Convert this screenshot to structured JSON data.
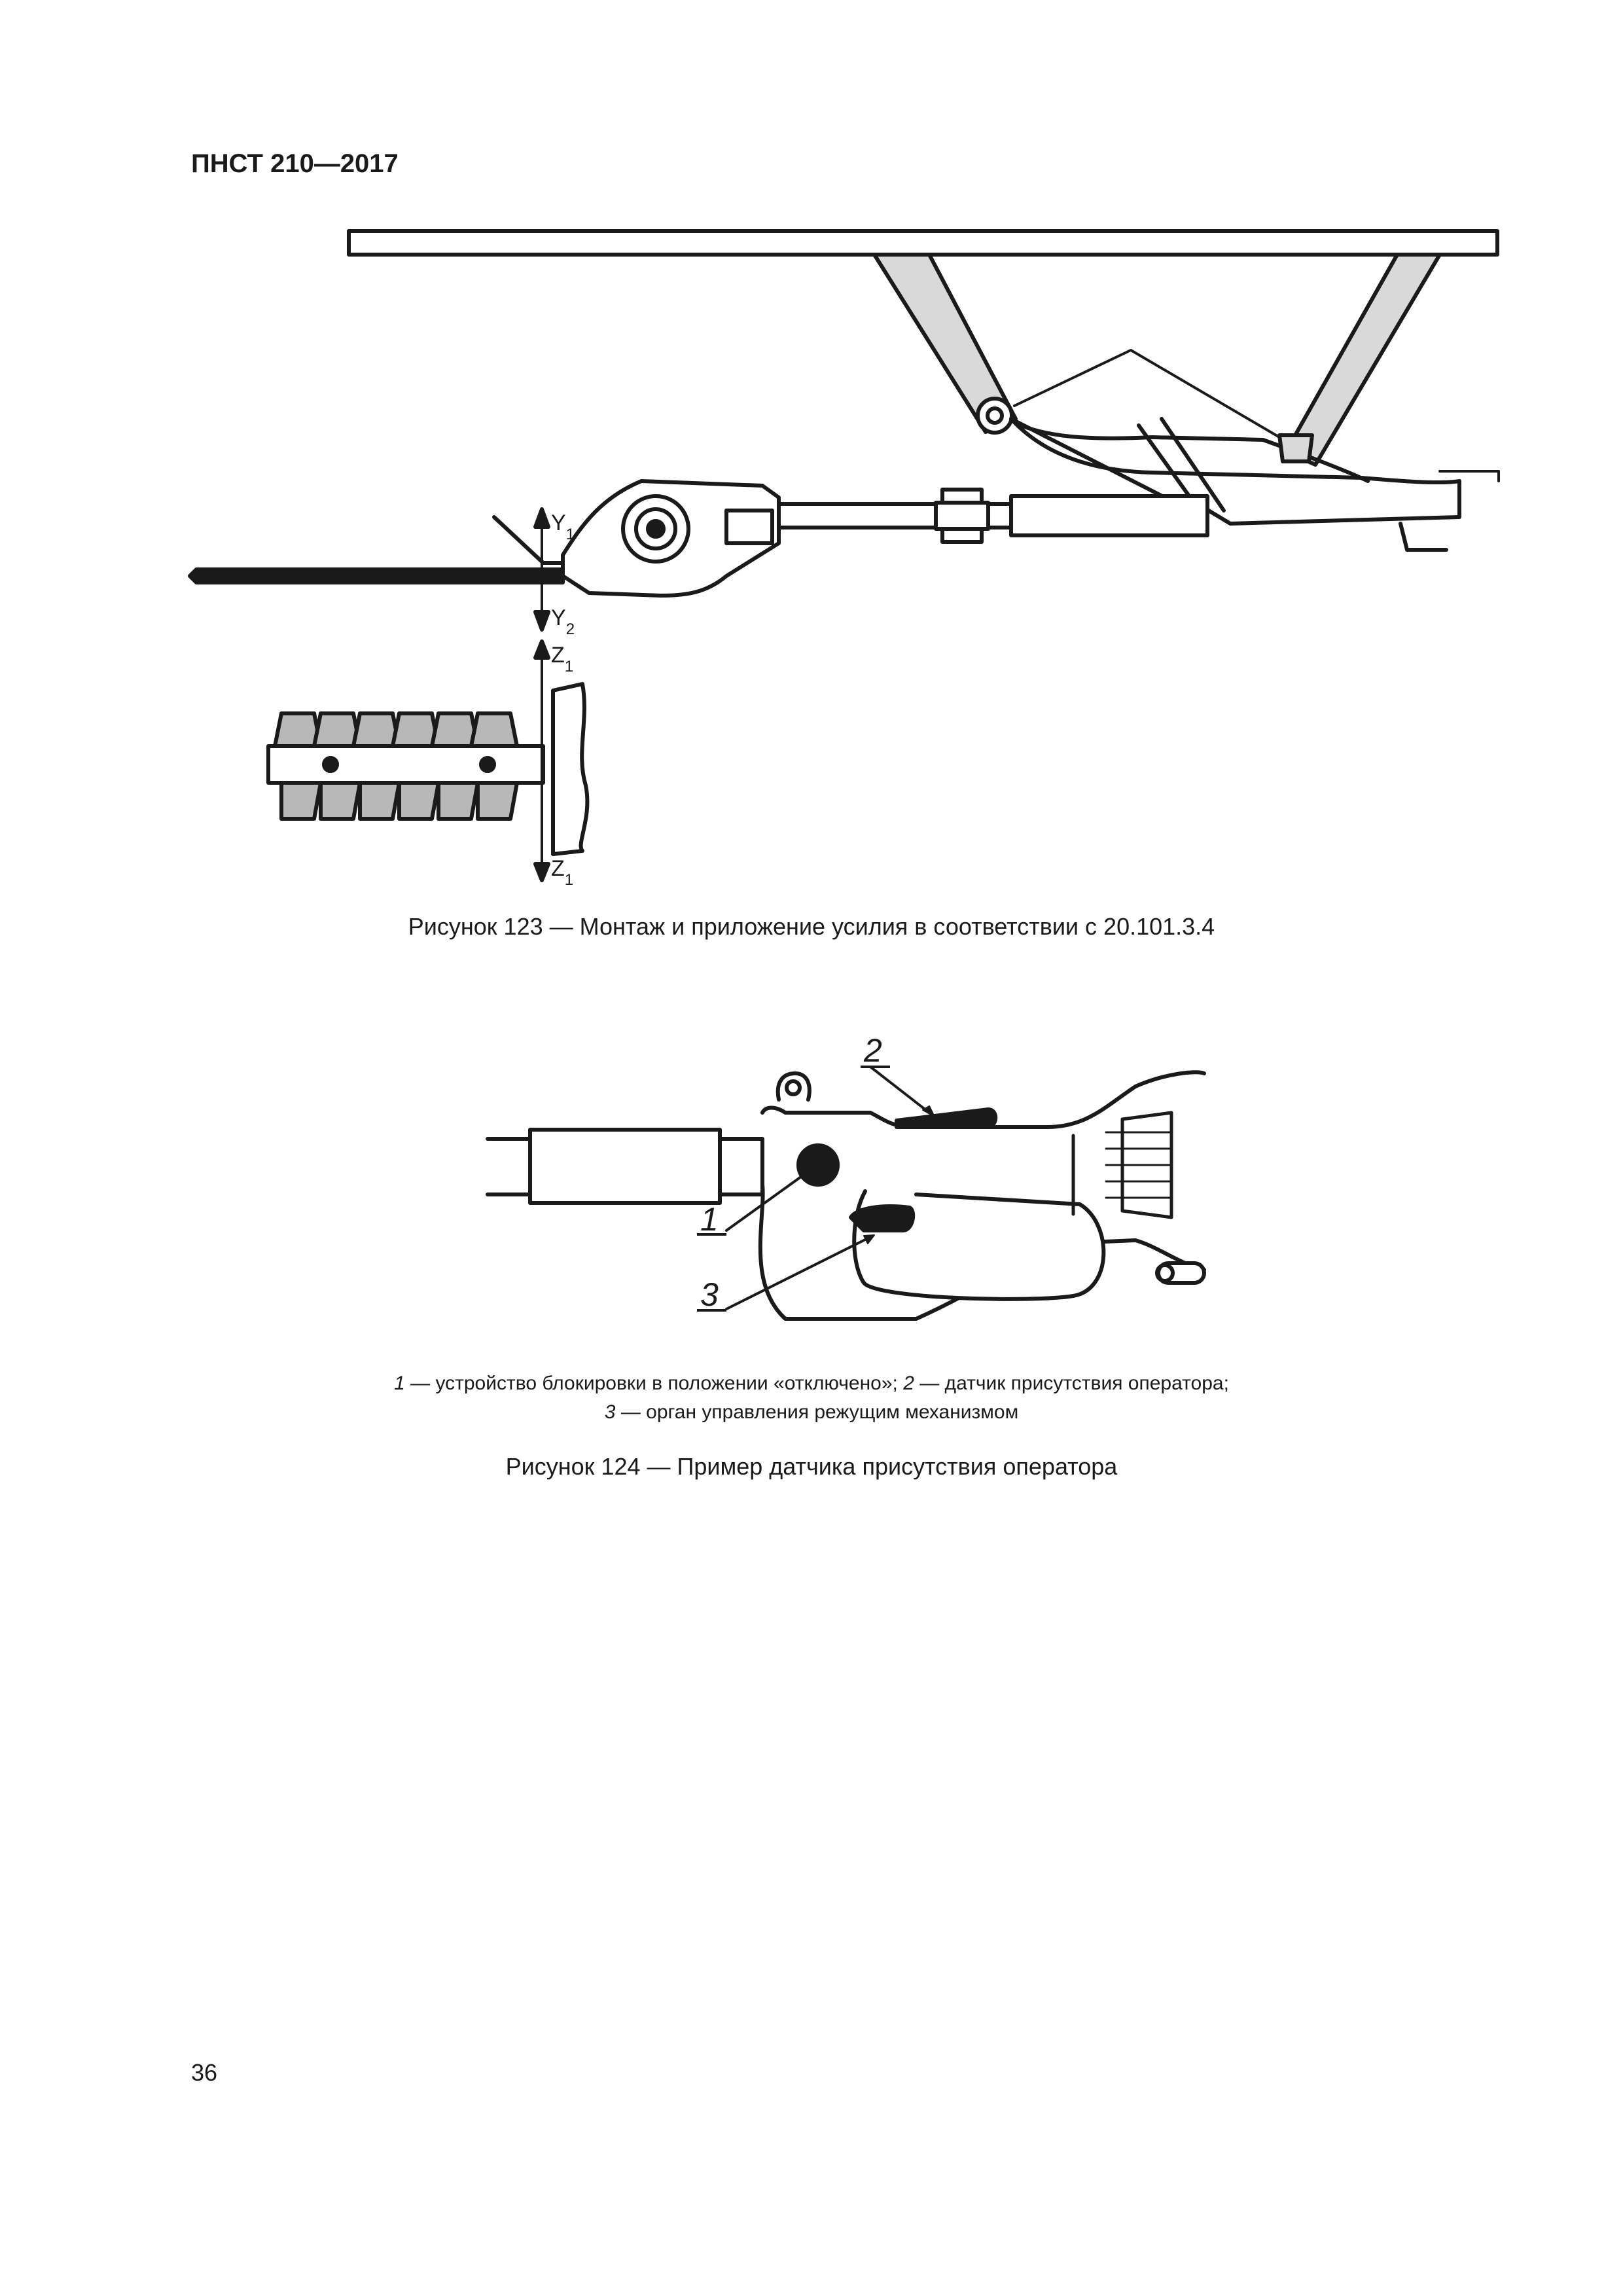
{
  "header": {
    "doc_code": "ПНСТ 210—2017"
  },
  "figure123": {
    "caption": "Рисунок 123 — Монтаж и приложение усилия в соответствии с 20.101.3.4",
    "axis_labels": {
      "y1": "Y",
      "y1_sub": "1",
      "y2": "Y",
      "y2_sub": "2",
      "z1_top": "Z",
      "z1_top_sub": "1",
      "z1_bot": "Z",
      "z1_bot_sub": "1"
    }
  },
  "figure124": {
    "callouts": {
      "n1": "1",
      "n2": "2",
      "n3": "3"
    },
    "legend": {
      "n1": "1",
      "t1": " — устройство блокировки в положении «отключено»; ",
      "n2": "2",
      "t2": " — датчик присутствия оператора;",
      "n3": "3",
      "t3": " — орган управления режущим механизмом"
    },
    "caption": "Рисунок 124 — Пример датчика присутствия оператора"
  },
  "footer": {
    "page_number": "36"
  }
}
